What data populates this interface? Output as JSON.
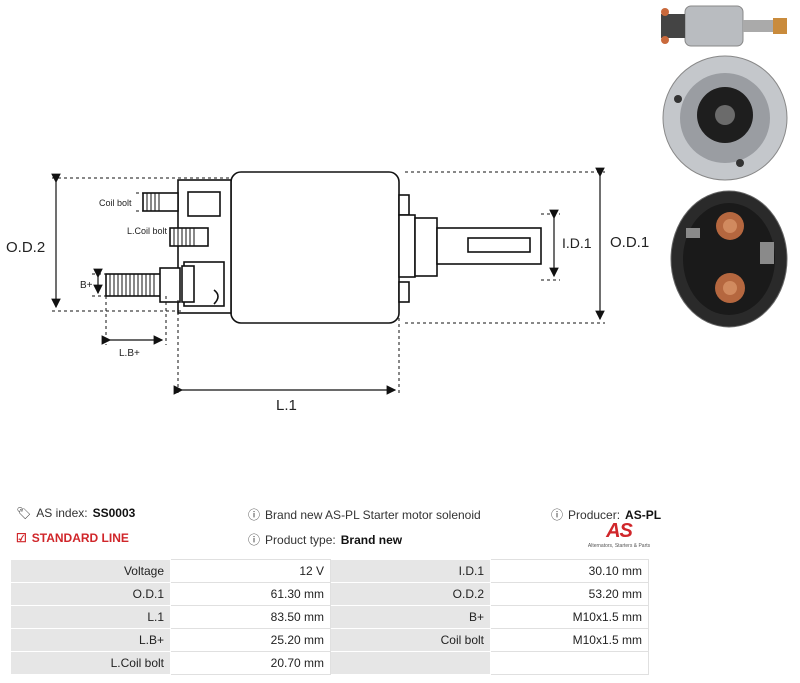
{
  "drawing": {
    "labels": {
      "od2": "O.D.2",
      "od1": "O.D.1",
      "id1": "I.D.1",
      "l1": "L.1",
      "lb": "L.B+",
      "bplus": "B+",
      "coil_bolt": "Coil bolt",
      "l_coil_bolt": "L.Coil bolt"
    }
  },
  "header": {
    "as_index_label": "AS index:",
    "as_index_value": "SS0003",
    "line_label": "STANDARD LINE",
    "description": "Brand new AS-PL Starter motor solenoid",
    "product_type_label": "Product type:",
    "product_type_value": "Brand new",
    "producer_label": "Producer:",
    "producer_value": "AS-PL"
  },
  "logo": {
    "mark": "AS",
    "tagline": "Alternators, Starters & Parts"
  },
  "specs": [
    {
      "l1": "Voltage",
      "v1": "12 V",
      "l2": "I.D.1",
      "v2": "30.10 mm"
    },
    {
      "l1": "O.D.1",
      "v1": "61.30 mm",
      "l2": "O.D.2",
      "v2": "53.20 mm"
    },
    {
      "l1": "L.1",
      "v1": "83.50 mm",
      "l2": "B+",
      "v2": "M10x1.5 mm"
    },
    {
      "l1": "L.B+",
      "v1": "25.20 mm",
      "l2": "Coil bolt",
      "v2": "M10x1.5 mm"
    },
    {
      "l1": "L.Coil bolt",
      "v1": "20.70 mm",
      "l2": "",
      "v2": ""
    }
  ],
  "colors": {
    "accent": "#d0262a",
    "label_bg": "#e6e6e6"
  }
}
